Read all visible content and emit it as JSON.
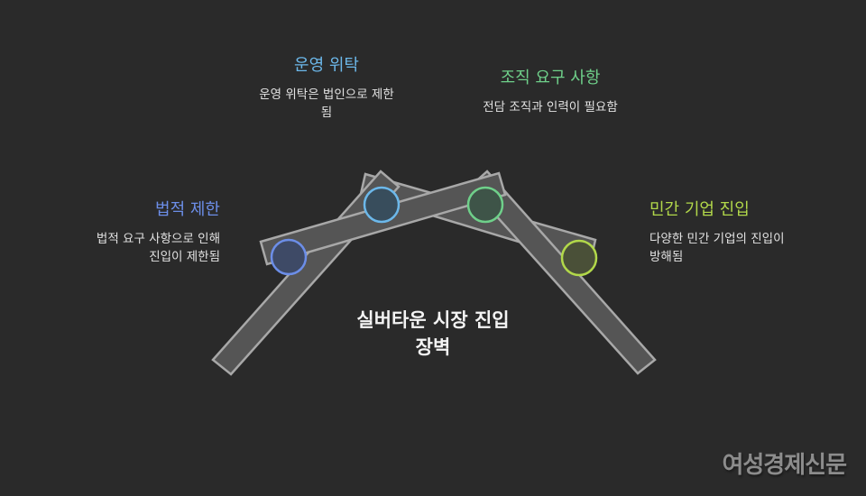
{
  "center": {
    "line1": "실버타운 시장 진입",
    "line2": "장벽"
  },
  "nodes": [
    {
      "id": "legal",
      "title": "법적 제한",
      "desc_line1": "법적 요구 사항으로 인해",
      "desc_line2": "진입이 제한됨",
      "color": "#6c8ee8",
      "fill": "#3e4a66"
    },
    {
      "id": "operation",
      "title": "운영 위탁",
      "desc_line1": "운영 위탁은 법인으로 제한",
      "desc_line2": "됨",
      "color": "#6cb8ea",
      "fill": "#384d5c"
    },
    {
      "id": "organization",
      "title": "조직 요구 사항",
      "desc_line1": "전담 조직과 인력이 필요함",
      "desc_line2": "",
      "color": "#6fd08a",
      "fill": "#3e5448"
    },
    {
      "id": "private",
      "title": "민간 기업 진입",
      "desc_line1": "다양한 민간 기업의 진입이",
      "desc_line2": "방해됨",
      "color": "#b2d84a",
      "fill": "#4a5038"
    }
  ],
  "watermark": "여성경제신문"
}
